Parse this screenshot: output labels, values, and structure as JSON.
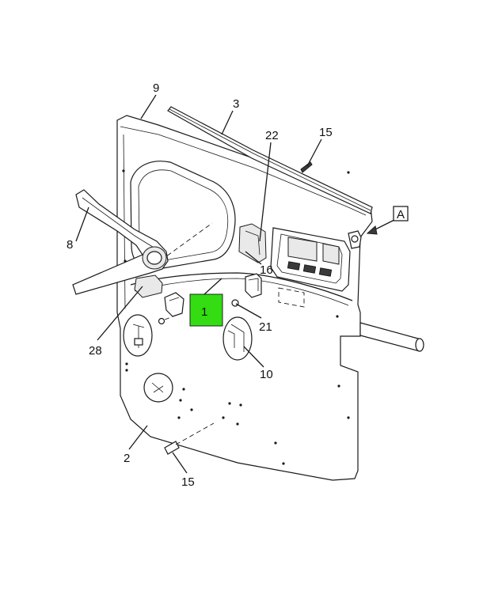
{
  "diagram": {
    "highlight_color": "#33dd11",
    "callouts": {
      "c1": "1",
      "c2": "2",
      "c3": "3",
      "c8": "8",
      "c9": "9",
      "c10": "10",
      "c15a": "15",
      "c15b": "15",
      "c16": "16",
      "c21": "21",
      "c22": "22",
      "c28": "28",
      "cA": "A"
    }
  }
}
